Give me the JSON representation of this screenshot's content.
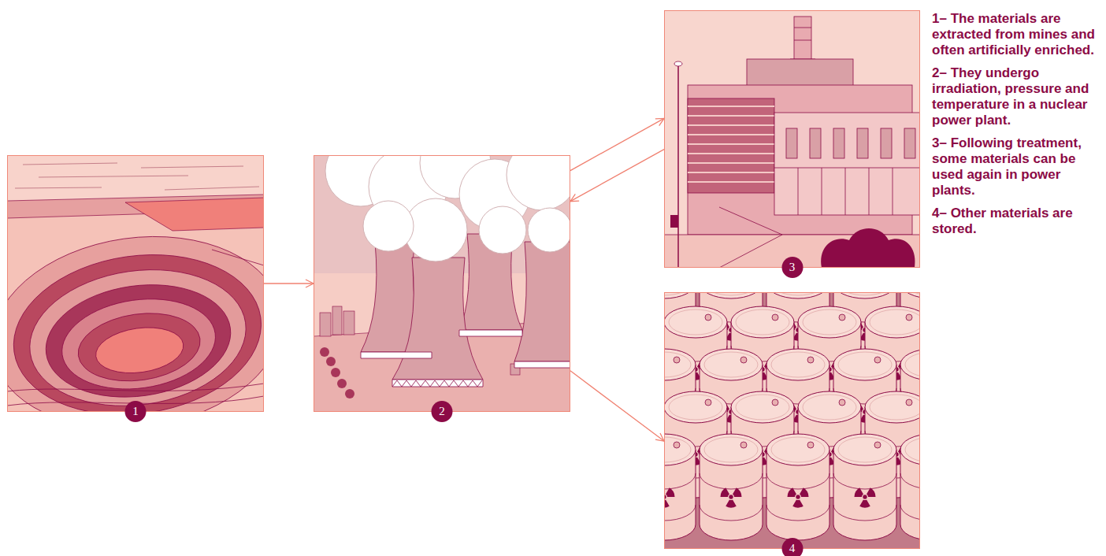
{
  "diagram": {
    "nodes": [
      {
        "text": [
          "1"
        ]
      },
      {
        "text": [
          "2"
        ]
      },
      {
        "text": [
          "3"
        ]
      },
      {
        "text": [
          "4"
        ]
      }
    ],
    "edges": [
      {
        "from": 0,
        "to": 1,
        "arrow": "to"
      },
      {
        "from": 1,
        "to": 2,
        "arrow": "to"
      },
      {
        "from": 2,
        "to": 1,
        "arrow": "to"
      },
      {
        "from": 1,
        "to": 3,
        "arrow": "to"
      }
    ],
    "labels": [
      "1– The materials are extracted from mines and often artificially enriched.",
      "2– They undergo irradiation, pressure and temperature in a nuclear power plant.",
      "3– Following treatment, some materials can be used again in power plants.",
      "4– Other materials are stored."
    ]
  }
}
